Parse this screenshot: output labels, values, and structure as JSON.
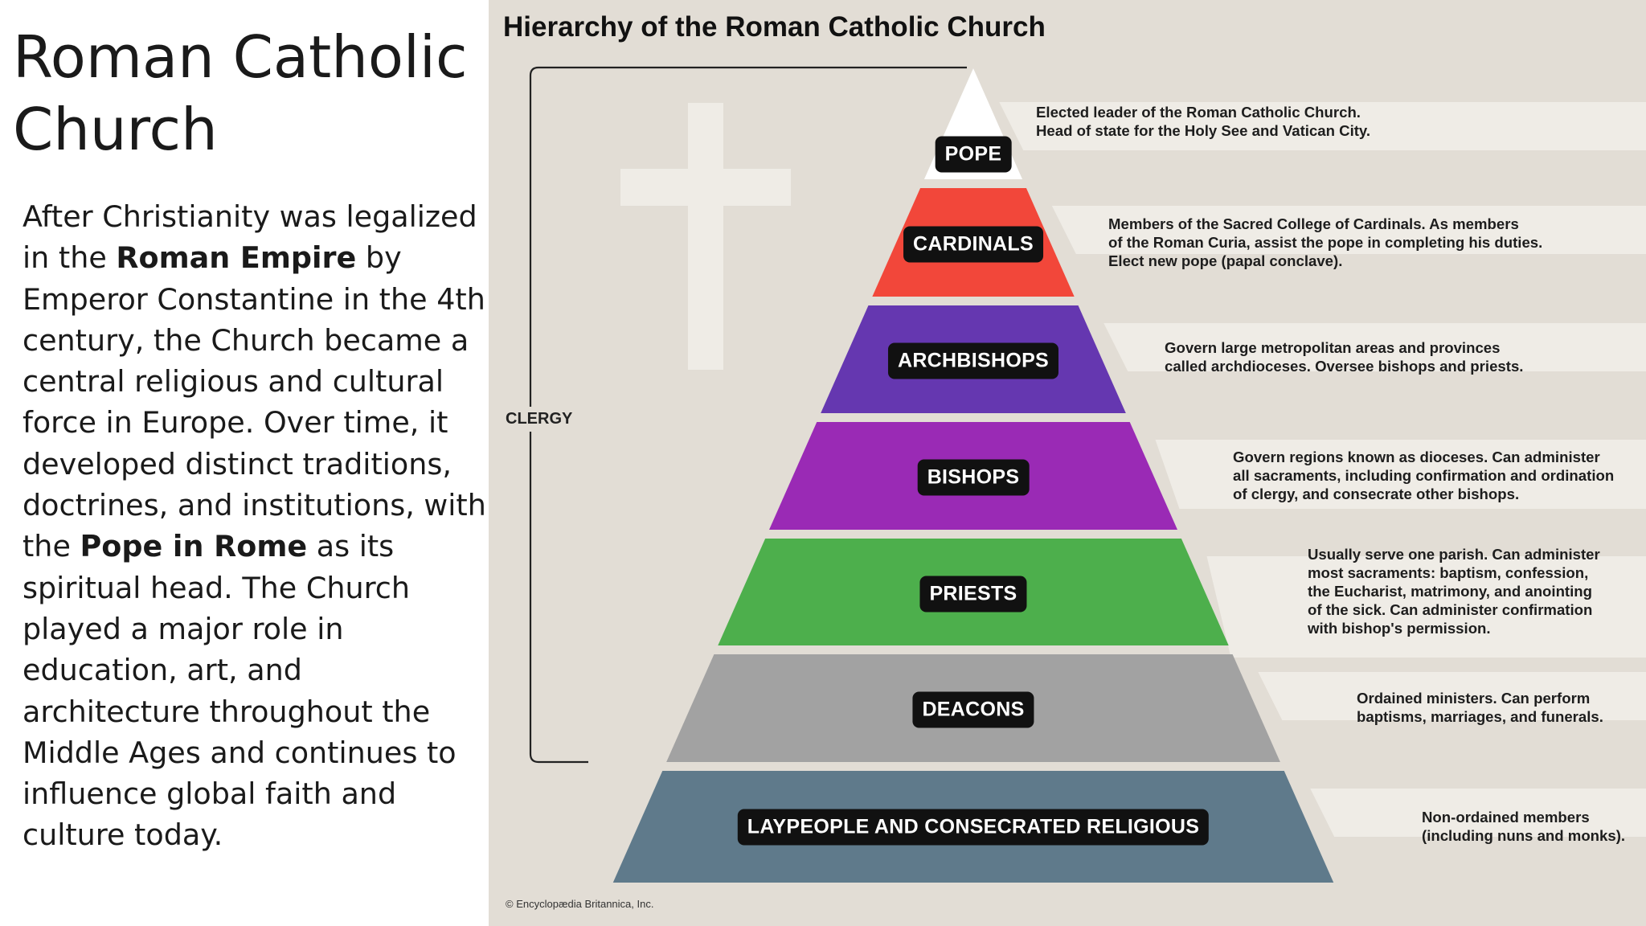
{
  "slide": {
    "title": "Roman Catholic Church",
    "body": [
      {
        "text": "After Christianity was legalized in the ",
        "bold": false
      },
      {
        "text": "Roman Empire",
        "bold": true
      },
      {
        "text": " by Emperor Constantine in the 4th century, the Church became a central religious and cultural force in Europe. Over time, it developed distinct traditions, doctrines, and institutions, with the ",
        "bold": false
      },
      {
        "text": "Pope in Rome",
        "bold": true
      },
      {
        "text": " as its spiritual head. The Church played a major role in education, art, and architecture throughout the Middle Ages and continues to influence global faith and culture today.",
        "bold": false
      }
    ]
  },
  "infographic": {
    "title": "Hierarchy of the Roman Catholic Church",
    "bracket_label": "CLERGY",
    "copyright": "© Encyclopædia Britannica, Inc.",
    "levels": [
      {
        "label": "POPE",
        "color": "#ffffff",
        "description": "Elected leader of the Roman Catholic Church.\nHead of state for the Holy See and Vatican City."
      },
      {
        "label": "CARDINALS",
        "color": "#f2473a",
        "description": "Members of the Sacred College of Cardinals. As members\nof the Roman Curia, assist the pope in completing his duties.\nElect new pope (papal conclave)."
      },
      {
        "label": "ARCHBISHOPS",
        "color": "#6537b0",
        "description": "Govern large metropolitan areas and provinces\ncalled archdioceses. Oversee bishops and priests."
      },
      {
        "label": "BISHOPS",
        "color": "#9a2ab5",
        "description": "Govern regions known as dioceses. Can administer\nall sacraments, including confirmation and ordination\nof clergy, and consecrate other bishops."
      },
      {
        "label": "PRIESTS",
        "color": "#4daf4c",
        "description": "Usually serve one parish. Can administer\nmost sacraments: baptism, confession,\nthe Eucharist, matrimony, and anointing\nof the sick. Can administer confirmation\nwith bishop's permission."
      },
      {
        "label": "DEACONS",
        "color": "#a2a2a2",
        "description": "Ordained ministers. Can perform\nbaptisms, marriages, and funerals."
      },
      {
        "label": "LAYPEOPLE AND CONSECRATED RELIGIOUS",
        "color": "#5f7a8b",
        "description": "Non-ordained members\n(including nuns and monks)."
      }
    ]
  }
}
